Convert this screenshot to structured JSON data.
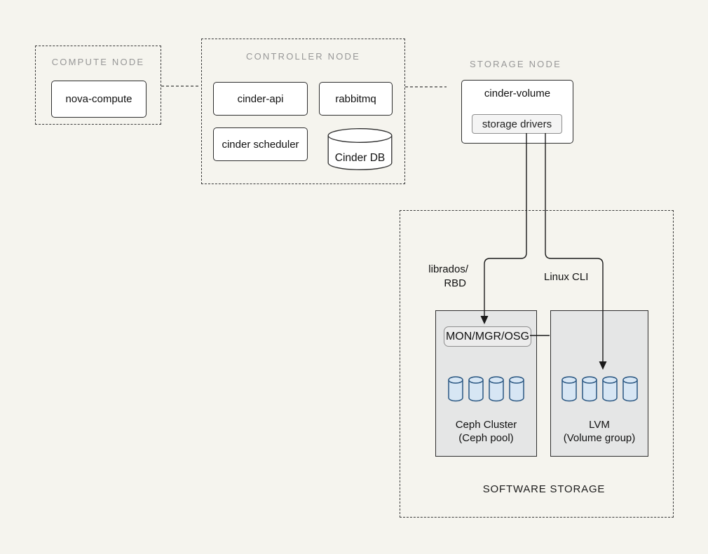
{
  "colors": {
    "background": "#f5f4ee",
    "node_title_gray": "#979797",
    "box_border": "#2e2e2e",
    "storage_box_fill": "#e5e6e6",
    "disk_fill": "#d7e6f4",
    "disk_stroke": "#2a5782",
    "line": "#1a1a1a"
  },
  "compute_node": {
    "title": "COMPUTE NODE",
    "service": "nova-compute"
  },
  "controller_node": {
    "title": "CONTROLLER NODE",
    "services": {
      "api": "cinder-api",
      "queue": "rabbitmq",
      "scheduler": "cinder scheduler",
      "database": "Cinder DB"
    }
  },
  "storage_node": {
    "title": "STORAGE NODE",
    "service": "cinder-volume",
    "subcomponent": "storage drivers"
  },
  "software_storage": {
    "title": "SOFTWARE STORAGE",
    "ceph_cluster": {
      "badge": "MON/MGR/OSG",
      "name": "Ceph Cluster",
      "detail": "(Ceph pool)",
      "disk_count": 4
    },
    "lvm": {
      "name": "LVM",
      "detail": "(Volume group)",
      "disk_count": 4
    }
  },
  "connections": {
    "librados_line1": "librados/",
    "librados_line2": "RBD",
    "linux_cli": "Linux CLI"
  }
}
